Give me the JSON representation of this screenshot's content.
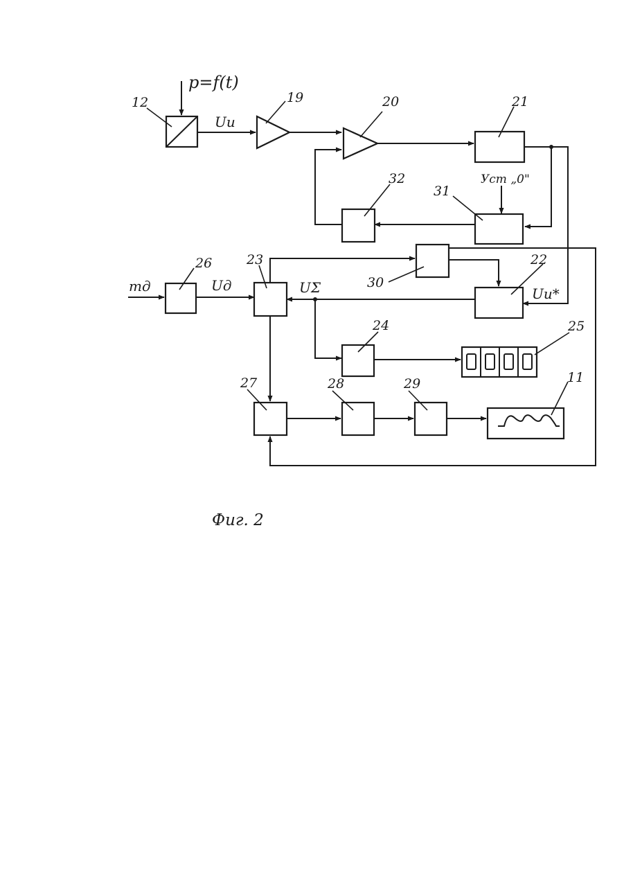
{
  "diagram": {
    "caption": "Фиг. 2",
    "signals": {
      "pressure": "p=f(t)",
      "u_i": "Uи",
      "u_d": "Uд",
      "u_sigma": "UΣ",
      "m_d": "mд",
      "u_i_star": "Uи*",
      "setting_zero": "Уст „0\""
    },
    "blocks": {
      "sensor": "12",
      "amp1": "19",
      "amp2": "20",
      "b21": "21",
      "b22": "22",
      "b23": "23",
      "b24": "24",
      "display": "25",
      "b26": "26",
      "b27": "27",
      "b28": "28",
      "b29": "29",
      "b30": "30",
      "b31": "31",
      "b32": "32",
      "heater": "11"
    }
  }
}
